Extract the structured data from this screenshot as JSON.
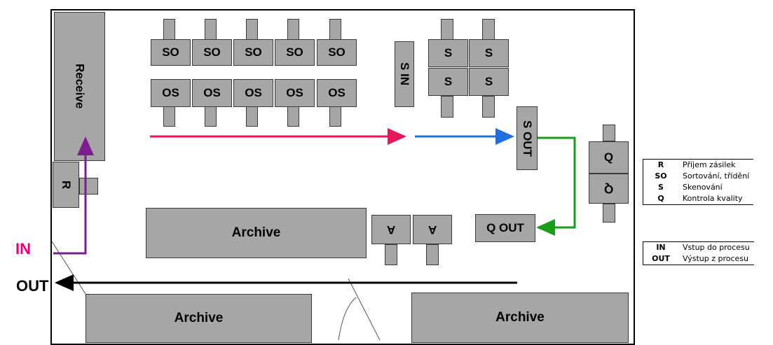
{
  "labels": {
    "receive": "Receive",
    "r": "R",
    "so": "SO",
    "os": "OS",
    "s_in": "S IN",
    "s": "S",
    "s_out": "S OUT",
    "q": "Q",
    "q_out": "Q OUT",
    "archive": "Archive",
    "a": "A",
    "in": "IN",
    "out": "OUT"
  },
  "legend1": [
    {
      "key": "R",
      "desc": "Příjem zásilek"
    },
    {
      "key": "SO",
      "desc": "Sortování, třídění"
    },
    {
      "key": "S",
      "desc": "Skenování"
    },
    {
      "key": "Q",
      "desc": "Kontrola kvality"
    }
  ],
  "legend2": [
    {
      "key": "IN",
      "desc": "Vstup do procesu"
    },
    {
      "key": "OUT",
      "desc": "Výstup z procesu"
    }
  ],
  "colors": {
    "box": "#a6a6a6",
    "in_text": "#e6007e",
    "arrow_pink": "#e8175d",
    "arrow_blue": "#1f6fe0",
    "arrow_green": "#1a9e1a",
    "arrow_purple": "#7a1f8c",
    "arrow_black": "#000000"
  }
}
